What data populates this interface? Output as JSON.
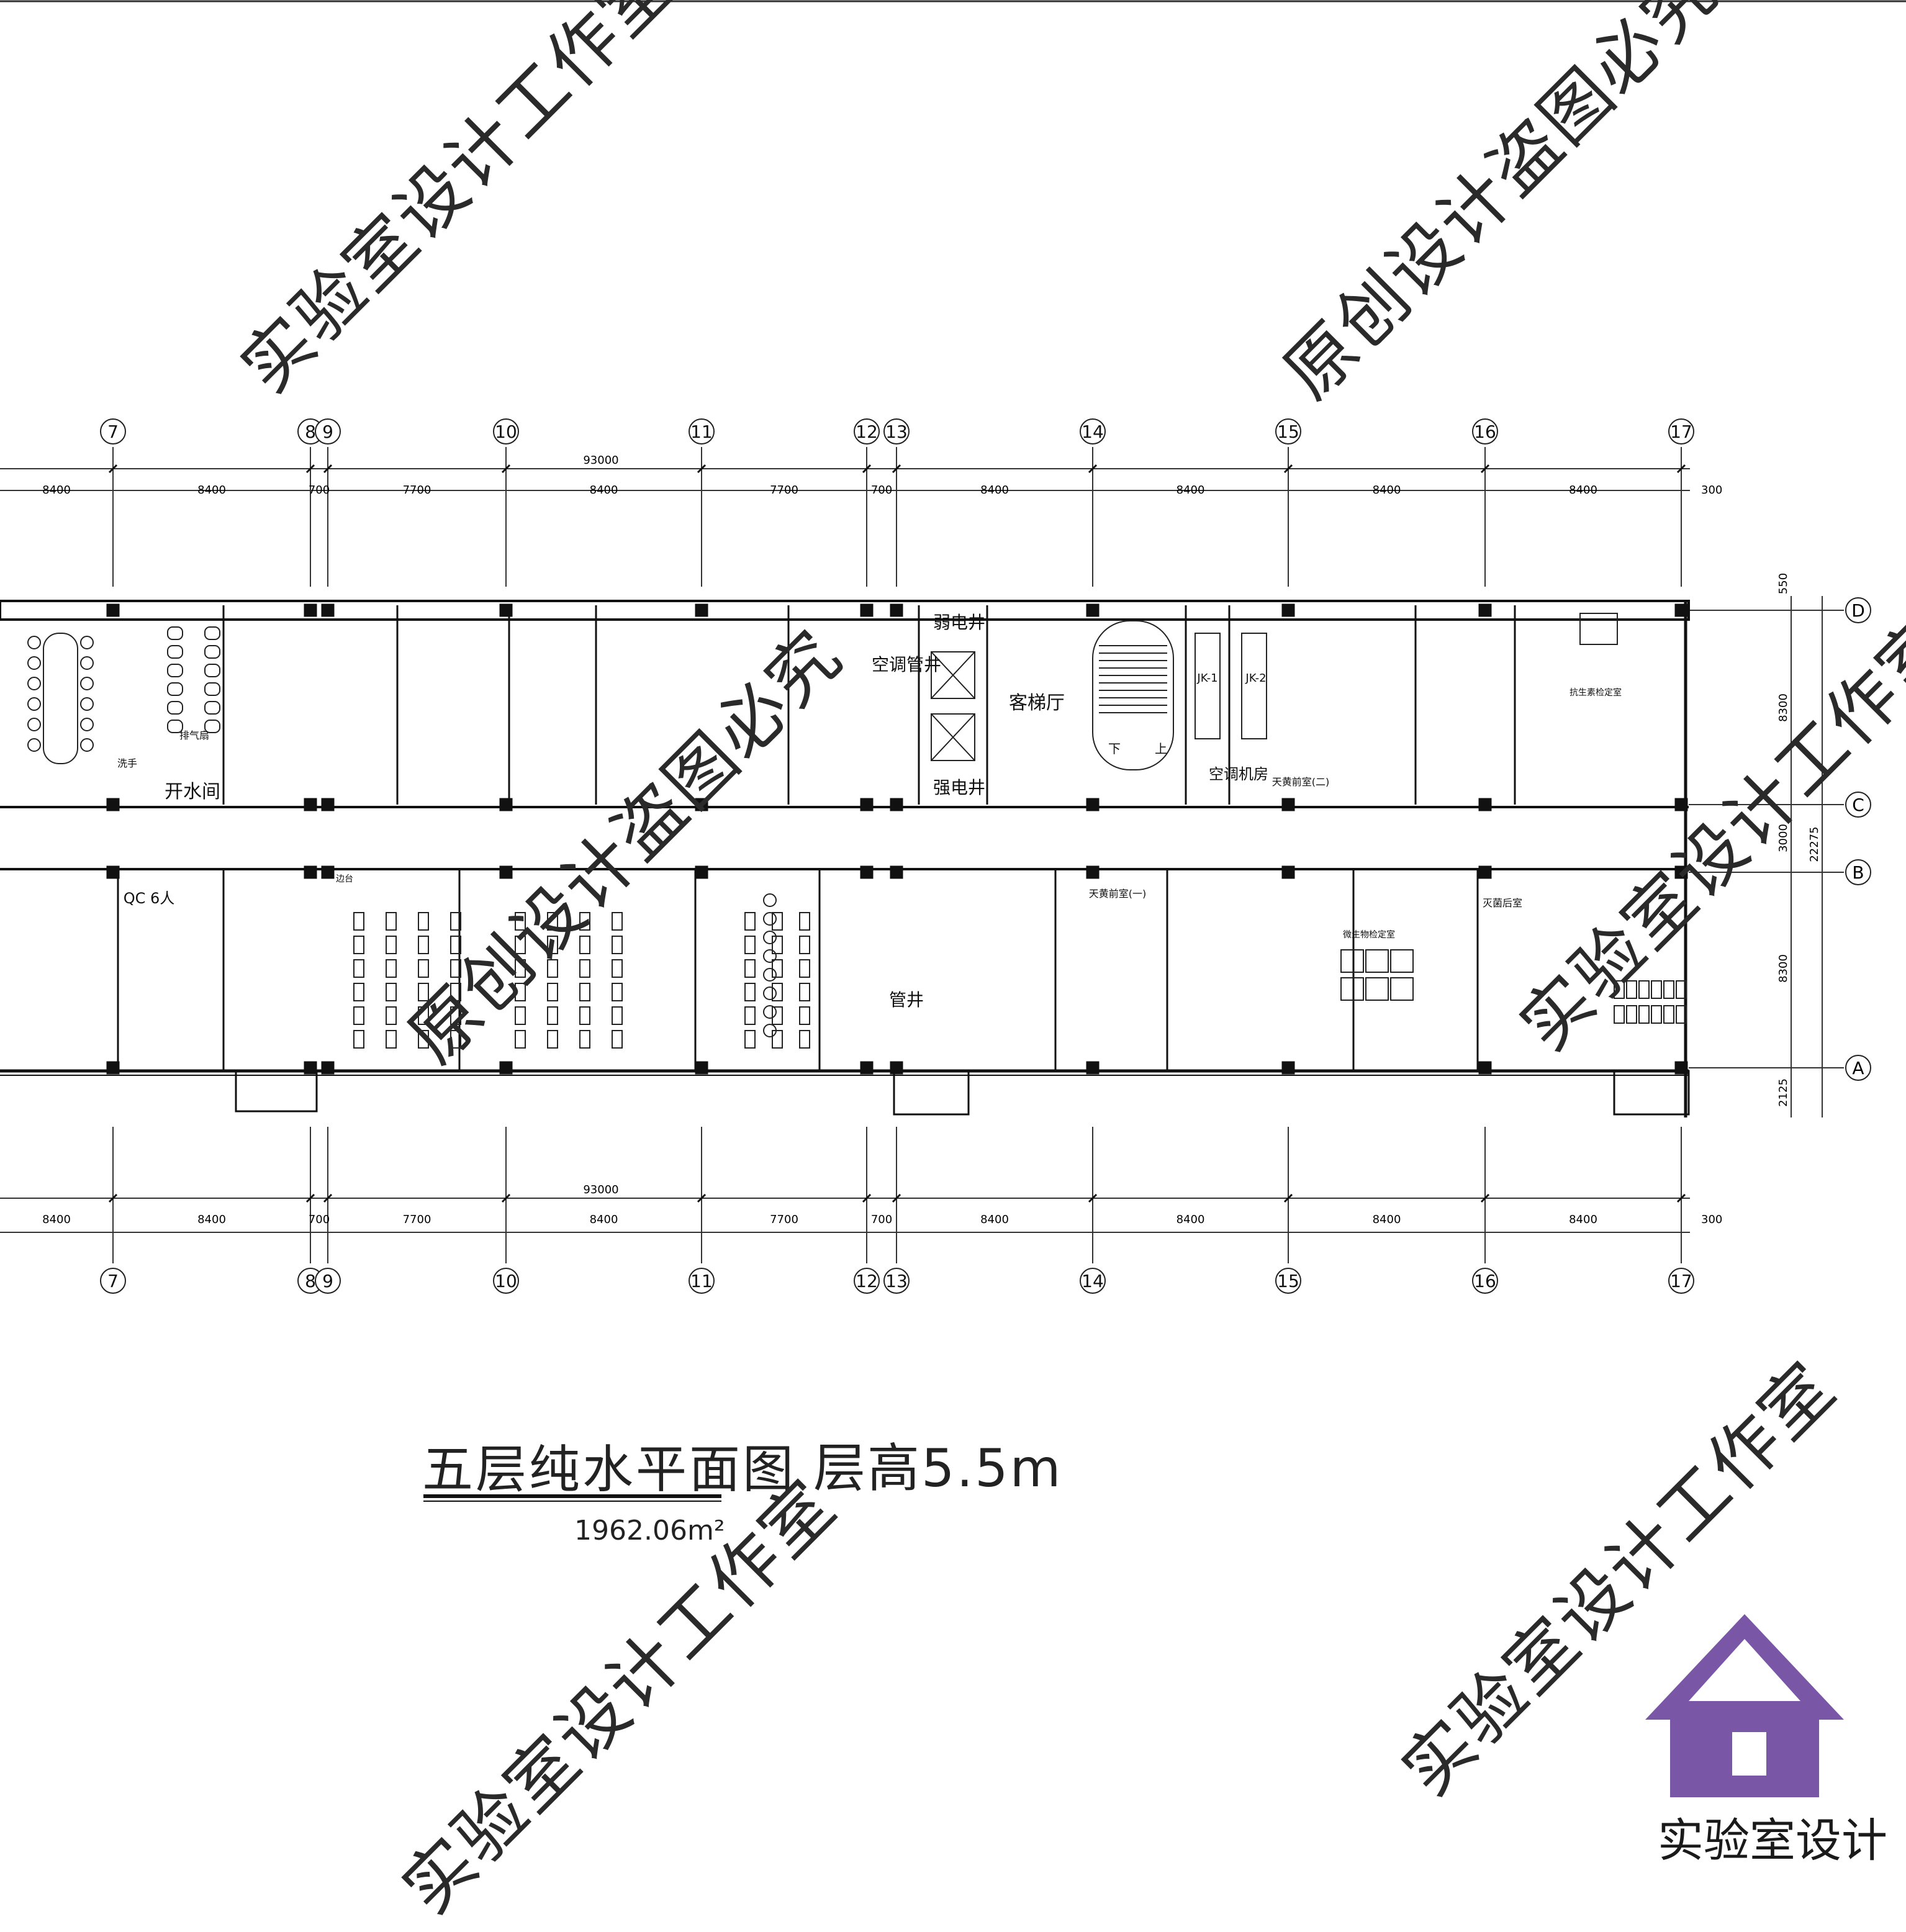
{
  "title": {
    "name": "五层纯水平面图",
    "height": "层高5.5m",
    "area": "1962.06m²"
  },
  "watermarks": [
    "实验室设计工作室",
    "原创设计盗图必究",
    "原创设计盗图必究",
    "原创设计盗图必究",
    "实验室设计工作室",
    "实验室设计工作室",
    "实验室设计工作室"
  ],
  "logo": {
    "text": "实验室设计",
    "color": "#7a56a6"
  },
  "grid": {
    "columns": [
      "7",
      "8",
      "9",
      "10",
      "11",
      "12",
      "13",
      "14",
      "15",
      "16",
      "17"
    ],
    "rows": [
      "D",
      "C",
      "B",
      "A"
    ],
    "total": "93000",
    "spacings": [
      "8400",
      "8400",
      "700",
      "7700",
      "8400",
      "7700",
      "700",
      "8400",
      "8400",
      "8400",
      "8400"
    ],
    "end_offset": "300",
    "row_dims": [
      "550",
      "8300",
      "3000",
      "8300",
      "2125"
    ],
    "row_total": "22275"
  },
  "rooms": [
    {
      "label": "客梯厅"
    },
    {
      "label": "弱电井"
    },
    {
      "label": "强电井"
    },
    {
      "label": "空调管井"
    },
    {
      "label": "管井"
    },
    {
      "label": "开水间"
    },
    {
      "label": "空调机房"
    },
    {
      "label": "JK-1"
    },
    {
      "label": "JK-2"
    },
    {
      "label": "下"
    },
    {
      "label": "上"
    },
    {
      "label": "QC 6人"
    },
    {
      "label": "边台"
    },
    {
      "label": "天黄前室(二)"
    },
    {
      "label": "天黄前室(一)"
    },
    {
      "label": "抗生素检定室"
    },
    {
      "label": "微生物检定室"
    },
    {
      "label": "灭菌后室"
    },
    {
      "label": "洗手"
    },
    {
      "label": "排气扇"
    }
  ]
}
